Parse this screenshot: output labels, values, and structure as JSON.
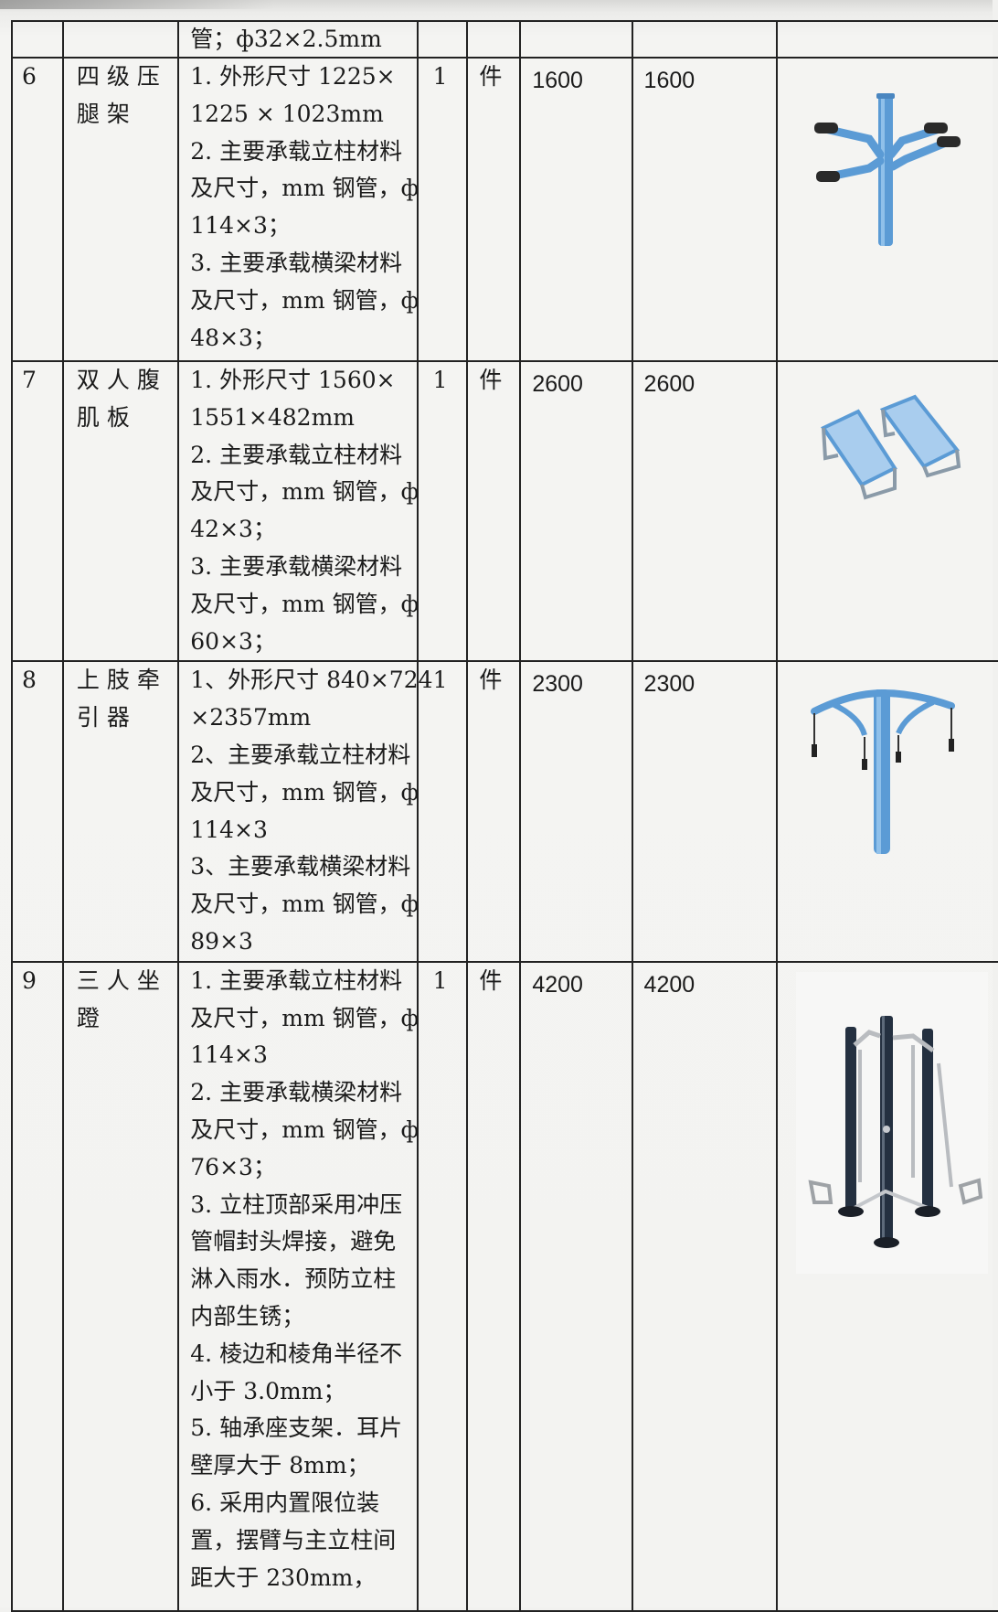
{
  "colors": {
    "equipment_blue": "#5b9bd5",
    "equipment_dark": "#243040",
    "table_border": "#222222",
    "paper": "#f3f3f1"
  },
  "top_fragment": {
    "desc": "管；ф32×2.5mm"
  },
  "rows": [
    {
      "no": "6",
      "name": "四级压腿架",
      "desc_lines": [
        "1. 外形尺寸 1225×",
        "1225   ×   1023mm",
        "2. 主要承载立柱材料",
        "及尺寸，mm 钢管，ф",
        "114×3；",
        "3. 主要承载横梁材料",
        "及尺寸，mm 钢管，ф",
        "48×3；"
      ],
      "qty": "1",
      "unit": "件",
      "price": "1600",
      "total": "1600",
      "image_icon": "leg-press-rack-image"
    },
    {
      "no": "7",
      "name": "双人腹肌板",
      "desc_lines": [
        "1. 外形尺寸 1560×",
        "1551×482mm",
        "2. 主要承载立柱材料",
        "及尺寸，mm 钢管，ф",
        "42×3；",
        "3. 主要承载横梁材料",
        "及尺寸，mm 钢管，ф",
        "60×3；"
      ],
      "qty": "1",
      "unit": "件",
      "price": "2600",
      "total": "2600",
      "image_icon": "sit-up-board-image"
    },
    {
      "no": "8",
      "name": "上肢牵引器",
      "desc_lines": [
        "1、外形尺寸 840×724",
        "×2357mm",
        "2、主要承载立柱材料",
        "及尺寸，mm 钢管，ф",
        "114×3",
        "3、主要承载横梁材料",
        "及尺寸，mm 钢管，ф",
        "89×3"
      ],
      "qty": "1",
      "unit": "件",
      "price": "2300",
      "total": "2300",
      "image_icon": "upper-limb-puller-image"
    },
    {
      "no": "9",
      "name": "三人坐蹬",
      "desc_lines": [
        "1. 主要承载立柱材料",
        "及尺寸，mm 钢管，ф",
        "114×3",
        "2. 主要承载横梁材料",
        "及尺寸，mm 钢管，ф",
        "76×3；",
        "3. 立柱顶部采用冲压",
        "管帽封头焊接，避免",
        "淋入雨水．预防立柱",
        "内部生锈；",
        "4. 棱边和棱角半径不",
        "小于 3.0mm；",
        "5. 轴承座支架．耳片",
        "壁厚大于 8mm；",
        "6. 采用内置限位装",
        "置，摆臂与主立柱间",
        "距大于 230mm，"
      ],
      "qty": "1",
      "unit": "件",
      "price": "4200",
      "total": "4200",
      "image_icon": "three-person-leg-press-image"
    }
  ]
}
